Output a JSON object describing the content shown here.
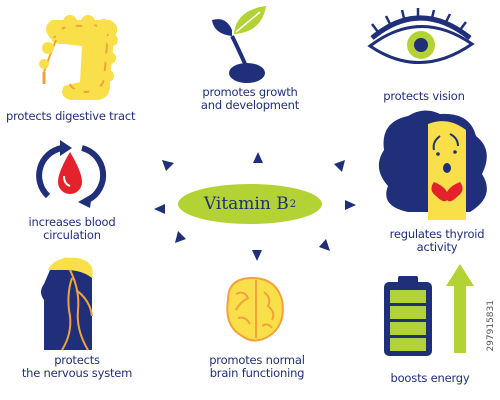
{
  "center": {
    "label": "Vitamin B",
    "subscript": "2"
  },
  "benefits": [
    {
      "id": "digestive",
      "lines": [
        "protects digestive tract"
      ],
      "icon": "intestine-icon"
    },
    {
      "id": "growth",
      "lines": [
        "promotes growth",
        "and development"
      ],
      "icon": "sprout-icon"
    },
    {
      "id": "vision",
      "lines": [
        "protects vision"
      ],
      "icon": "eye-icon"
    },
    {
      "id": "blood",
      "lines": [
        "increases blood",
        "circulation"
      ],
      "icon": "blood-drop-cycle-icon"
    },
    {
      "id": "thyroid",
      "lines": [
        "regulates thyroid",
        "activity"
      ],
      "icon": "thyroid-icon"
    },
    {
      "id": "nervous",
      "lines": [
        "protects",
        "the nervous system"
      ],
      "icon": "nervous-system-icon"
    },
    {
      "id": "brain",
      "lines": [
        "promotes normal",
        "brain functioning"
      ],
      "icon": "brain-icon"
    },
    {
      "id": "energy",
      "lines": [
        "boosts energy"
      ],
      "icon": "battery-icon"
    }
  ],
  "watermark": "297915831",
  "colors": {
    "navy": "#1f2f7a",
    "yellow": "#f9e04b",
    "green": "#b3d234",
    "red": "#e3222c",
    "orange": "#f2a23a",
    "white": "#ffffff"
  }
}
